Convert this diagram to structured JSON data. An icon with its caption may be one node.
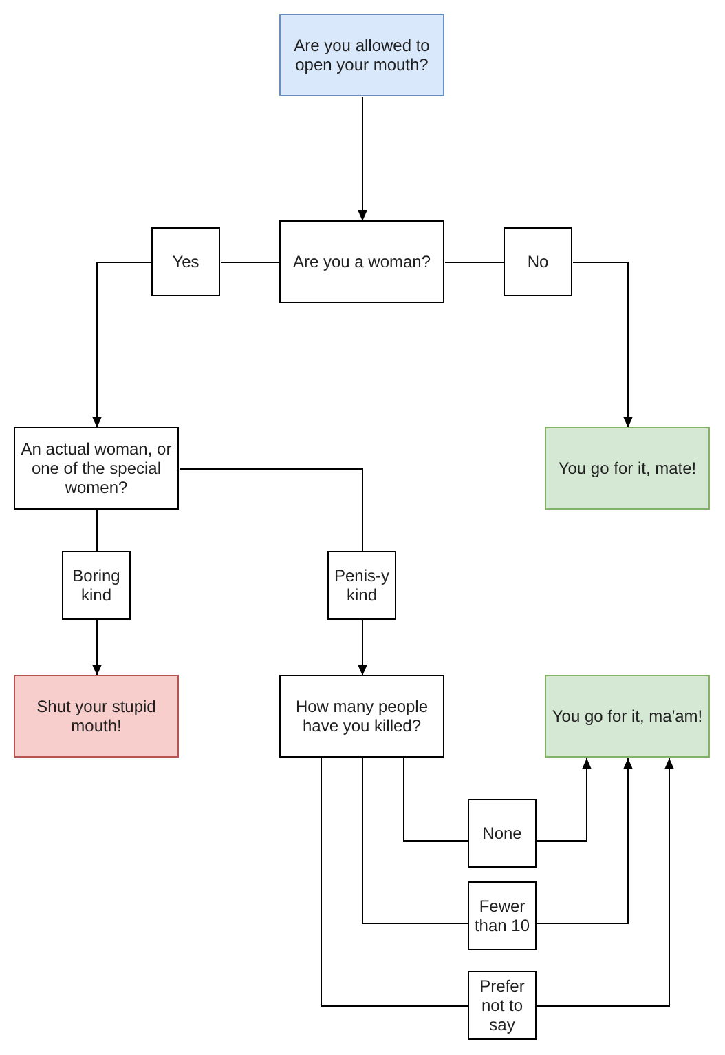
{
  "diagram": {
    "nodes": [
      {
        "text": [
          "Are you allowed to open your mouth?"
        ]
      },
      {
        "text": [
          "Are you a woman?"
        ]
      },
      {
        "text": [
          "Yes"
        ]
      },
      {
        "text": [
          "No"
        ]
      },
      {
        "text": [
          "An actual woman, or one of the special women?"
        ]
      },
      {
        "text": [
          "You go for it, mate!"
        ]
      },
      {
        "text": [
          "Boring kind"
        ]
      },
      {
        "text": [
          "Penis-y kind"
        ]
      },
      {
        "text": [
          "Shut your stupid mouth!"
        ]
      },
      {
        "text": [
          "How many people have you killed?"
        ]
      },
      {
        "text": [
          "You go for it, ma'am!"
        ]
      },
      {
        "text": [
          "None"
        ]
      },
      {
        "text": [
          "Fewer than 10"
        ]
      },
      {
        "text": [
          "Prefer not to say"
        ]
      }
    ],
    "edges": [
      {
        "from": 0,
        "to": 1,
        "arrow": "to"
      },
      {
        "from": 1,
        "to": 2,
        "arrow": "none"
      },
      {
        "from": 2,
        "to": 4,
        "arrow": "to"
      },
      {
        "from": 1,
        "to": 3,
        "arrow": "none"
      },
      {
        "from": 3,
        "to": 5,
        "arrow": "to"
      },
      {
        "from": 4,
        "to": 6,
        "arrow": "none"
      },
      {
        "from": 4,
        "to": 7,
        "arrow": "none"
      },
      {
        "from": 6,
        "to": 8,
        "arrow": "to"
      },
      {
        "from": 7,
        "to": 9,
        "arrow": "to"
      },
      {
        "from": 9,
        "to": 11,
        "arrow": "none"
      },
      {
        "from": 9,
        "to": 12,
        "arrow": "none"
      },
      {
        "from": 9,
        "to": 13,
        "arrow": "none"
      },
      {
        "from": 11,
        "to": 10,
        "arrow": "to"
      },
      {
        "from": 12,
        "to": 10,
        "arrow": "to"
      },
      {
        "from": 13,
        "to": 10,
        "arrow": "to"
      }
    ]
  }
}
